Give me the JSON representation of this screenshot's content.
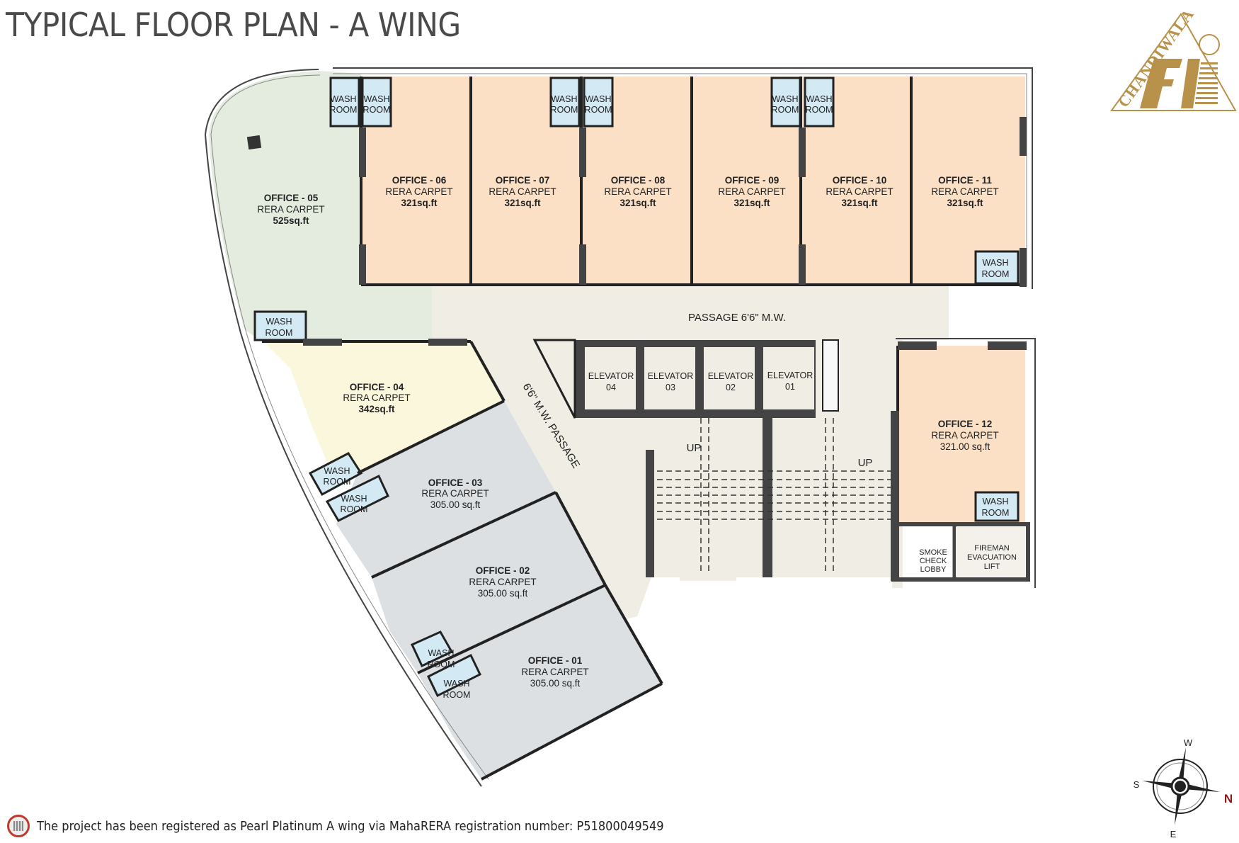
{
  "title": "TYPICAL FLOOR PLAN - A WING",
  "logo": {
    "brand": "CHANDIWALA",
    "color": "#b8914a"
  },
  "footer": {
    "text": "The project has been registered as Pearl Platinum A wing  via MahaRERA registration number: P51800049549",
    "registration_number": "P51800049549"
  },
  "compass": {
    "top": "W",
    "left": "S",
    "right": "N",
    "bottom": "E",
    "north_color": "#8b1a1a"
  },
  "colors": {
    "office_peach": "#fbe0c6",
    "office_green": "#e3ecdf",
    "office_yellow": "#fbf7dc",
    "office_grey": "#dce0e3",
    "washroom": "#d3e9f3",
    "passage": "#f0eee4",
    "wall": "#3f3f3f"
  },
  "offices": [
    {
      "name": "OFFICE - 01",
      "type": "RERA CARPET",
      "area": "305.00 sq.ft"
    },
    {
      "name": "OFFICE - 02",
      "type": "RERA CARPET",
      "area": "305.00 sq.ft"
    },
    {
      "name": "OFFICE - 03",
      "type": "RERA CARPET",
      "area": "305.00 sq.ft"
    },
    {
      "name": "OFFICE - 04",
      "type": "RERA CARPET",
      "area": "342sq.ft"
    },
    {
      "name": "OFFICE - 05",
      "type": "RERA CARPET",
      "area": "525sq.ft"
    },
    {
      "name": "OFFICE - 06",
      "type": "RERA CARPET",
      "area": "321sq.ft"
    },
    {
      "name": "OFFICE - 07",
      "type": "RERA CARPET",
      "area": "321sq.ft"
    },
    {
      "name": "OFFICE - 08",
      "type": "RERA CARPET",
      "area": "321sq.ft"
    },
    {
      "name": "OFFICE - 09",
      "type": "RERA CARPET",
      "area": "321sq.ft"
    },
    {
      "name": "OFFICE - 10",
      "type": "RERA CARPET",
      "area": "321sq.ft"
    },
    {
      "name": "OFFICE - 11",
      "type": "RERA CARPET",
      "area": "321sq.ft"
    },
    {
      "name": "OFFICE - 12",
      "type": "RERA CARPET",
      "area": "321.00 sq.ft"
    }
  ],
  "washroom": {
    "line1": "WASH",
    "line2": "ROOM"
  },
  "elevators": [
    {
      "line1": "ELEVATOR",
      "line2": "04"
    },
    {
      "line1": "ELEVATOR",
      "line2": "03"
    },
    {
      "line1": "ELEVATOR",
      "line2": "02"
    },
    {
      "line1": "ELEVATOR",
      "line2": "01"
    }
  ],
  "passage_main": "PASSAGE 6'6\" M.W.",
  "passage_diagonal": "6'6\" M.W. PASSAGE",
  "stairs": {
    "up_label": "UP"
  },
  "smoke_lobby": {
    "line1": "SMOKE",
    "line2": "CHECK",
    "line3": "LOBBY"
  },
  "fireman_lift": {
    "line1": "FIREMAN",
    "line2": "EVACUATION",
    "line3": "LIFT"
  }
}
